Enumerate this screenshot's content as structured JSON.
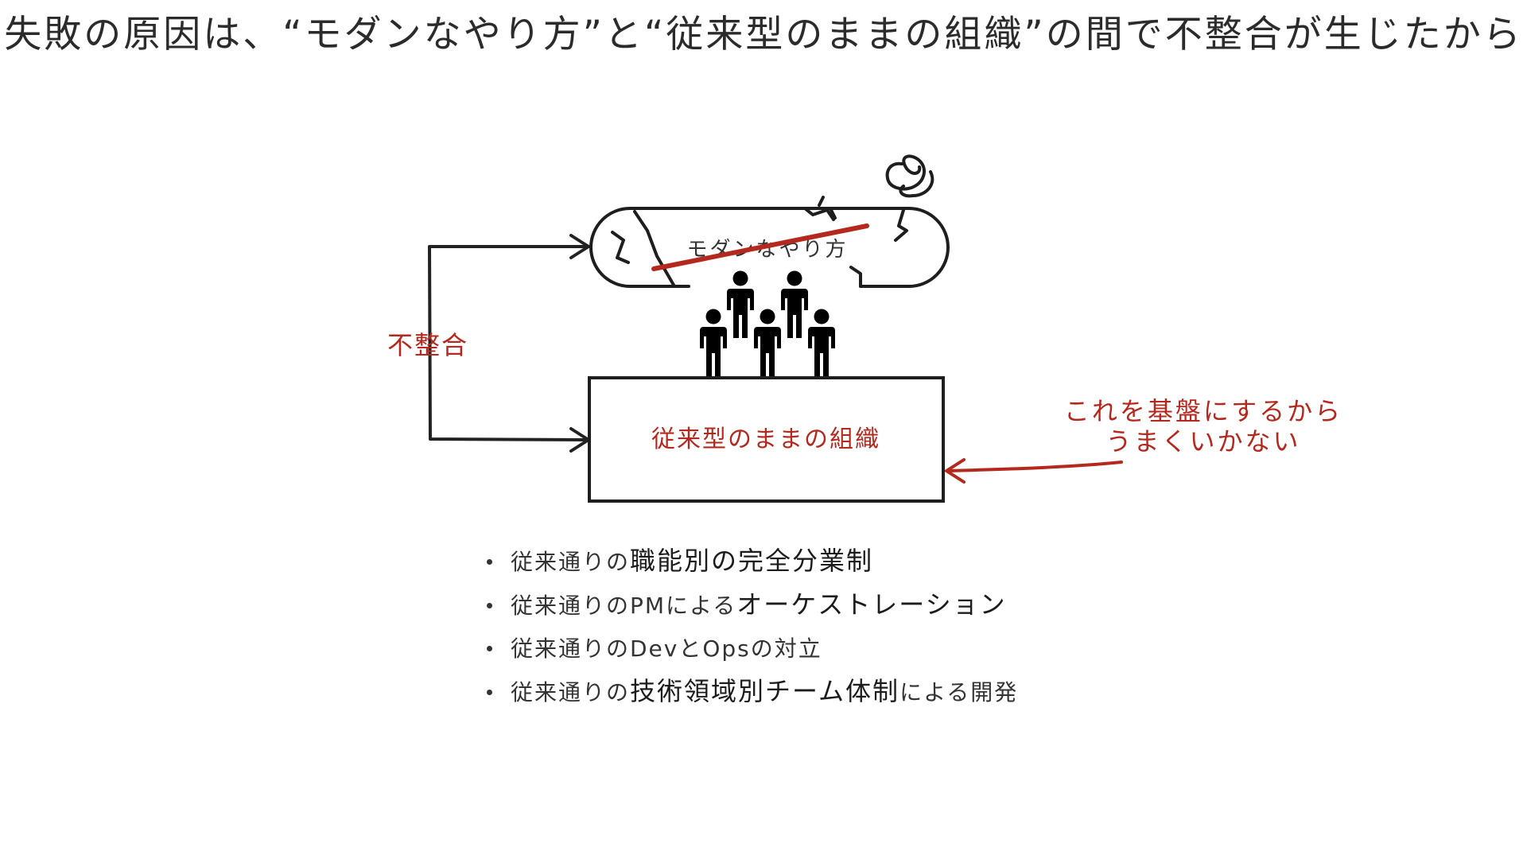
{
  "slide": {
    "title": "失敗の原因は、“モダンなやり方”と“従来型のままの組織”の間で不整合が生じたから"
  },
  "diagram": {
    "capsule_label": "モダンなやり方",
    "box_label": "従来型のままの組織",
    "mismatch_label": "不整合",
    "note_line1": "これを基盤にするから",
    "note_line2": "うまくいかない",
    "accent_color": "#b4281e",
    "people_count": 5
  },
  "bullets": [
    {
      "plain": "従来通りの",
      "emphasis": "職能別の完全分業制",
      "suffix": ""
    },
    {
      "plain": "従来通りのPMによる",
      "emphasis": "オーケストレーション",
      "suffix": ""
    },
    {
      "plain": "従来通りのDevとOpsの対立",
      "emphasis": "",
      "suffix": ""
    },
    {
      "plain": "従来通りの",
      "emphasis": "技術領域別チーム体制",
      "suffix": "による開発"
    }
  ]
}
